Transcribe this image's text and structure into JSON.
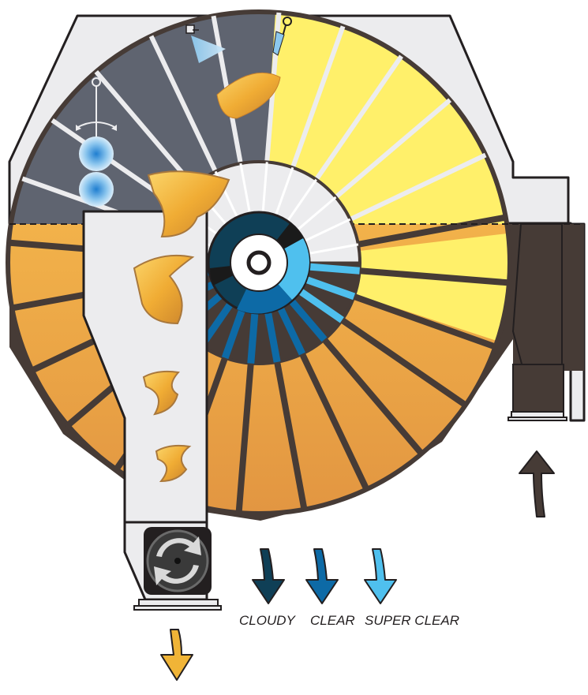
{
  "legend": {
    "cloudy": "CLOUDY",
    "clear": "CLEAR",
    "super_clear": "SUPER CLEAR"
  },
  "colors": {
    "housing_fill": "#ececee",
    "housing_stroke": "#231f20",
    "slurry_dark": "#463b36",
    "drum_upper": "#5f6470",
    "filter_yellow": "#fff06a",
    "filtrate_orange_top": "#f0b24a",
    "filtrate_orange_bottom": "#d98a3e",
    "cloudy": "#0f3f56",
    "clear": "#0d6aa6",
    "super_clear": "#4fc0ee",
    "spray_blue": "#8cc8ee",
    "cake_gold": "#f0b437"
  },
  "icons": {
    "arrows": [
      "inlet-arrow-icon",
      "discharge-arrow-icon",
      "cloudy-arrow-icon",
      "clear-arrow-icon",
      "super-clear-arrow-icon"
    ],
    "rotor": "rotary-valve-icon",
    "nozzles": [
      "spray-nozzle-icon",
      "scraper-knife-icon",
      "pressure-roll-icon"
    ]
  }
}
